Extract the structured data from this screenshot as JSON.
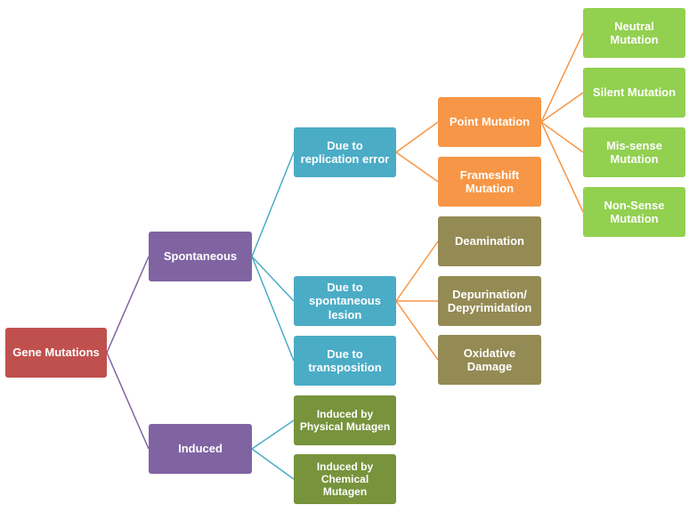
{
  "diagram": {
    "root": "Gene Mutations",
    "spontaneous": "Spontaneous",
    "induced": "Induced",
    "replication_error": "Due to\nreplication error",
    "spontaneous_lesion": "Due to\nspontaneous\nlesion",
    "transposition": "Due to\ntransposition",
    "physical": "Induced by\nPhysical Mutagen",
    "chemical": "Induced by\nChemical\nMutagen",
    "point": "Point Mutation",
    "frameshift": "Frameshift\nMutation",
    "deamination": "Deamination",
    "depurination": "Depurination/\nDepyrimidation",
    "oxidative": "Oxidative\nDamage",
    "neutral": "Neutral\nMutation",
    "silent": "Silent Mutation",
    "missense": "Mis-sense\nMutation",
    "nonsense": "Non-Sense\nMutation"
  },
  "colors": {
    "root": "#c0504d",
    "level1": "#8064a2",
    "level2": "#4bacc6",
    "level2_induced": "#77933c",
    "level3_orange": "#f79646",
    "level3_khaki": "#948a54",
    "level4": "#92d050"
  }
}
